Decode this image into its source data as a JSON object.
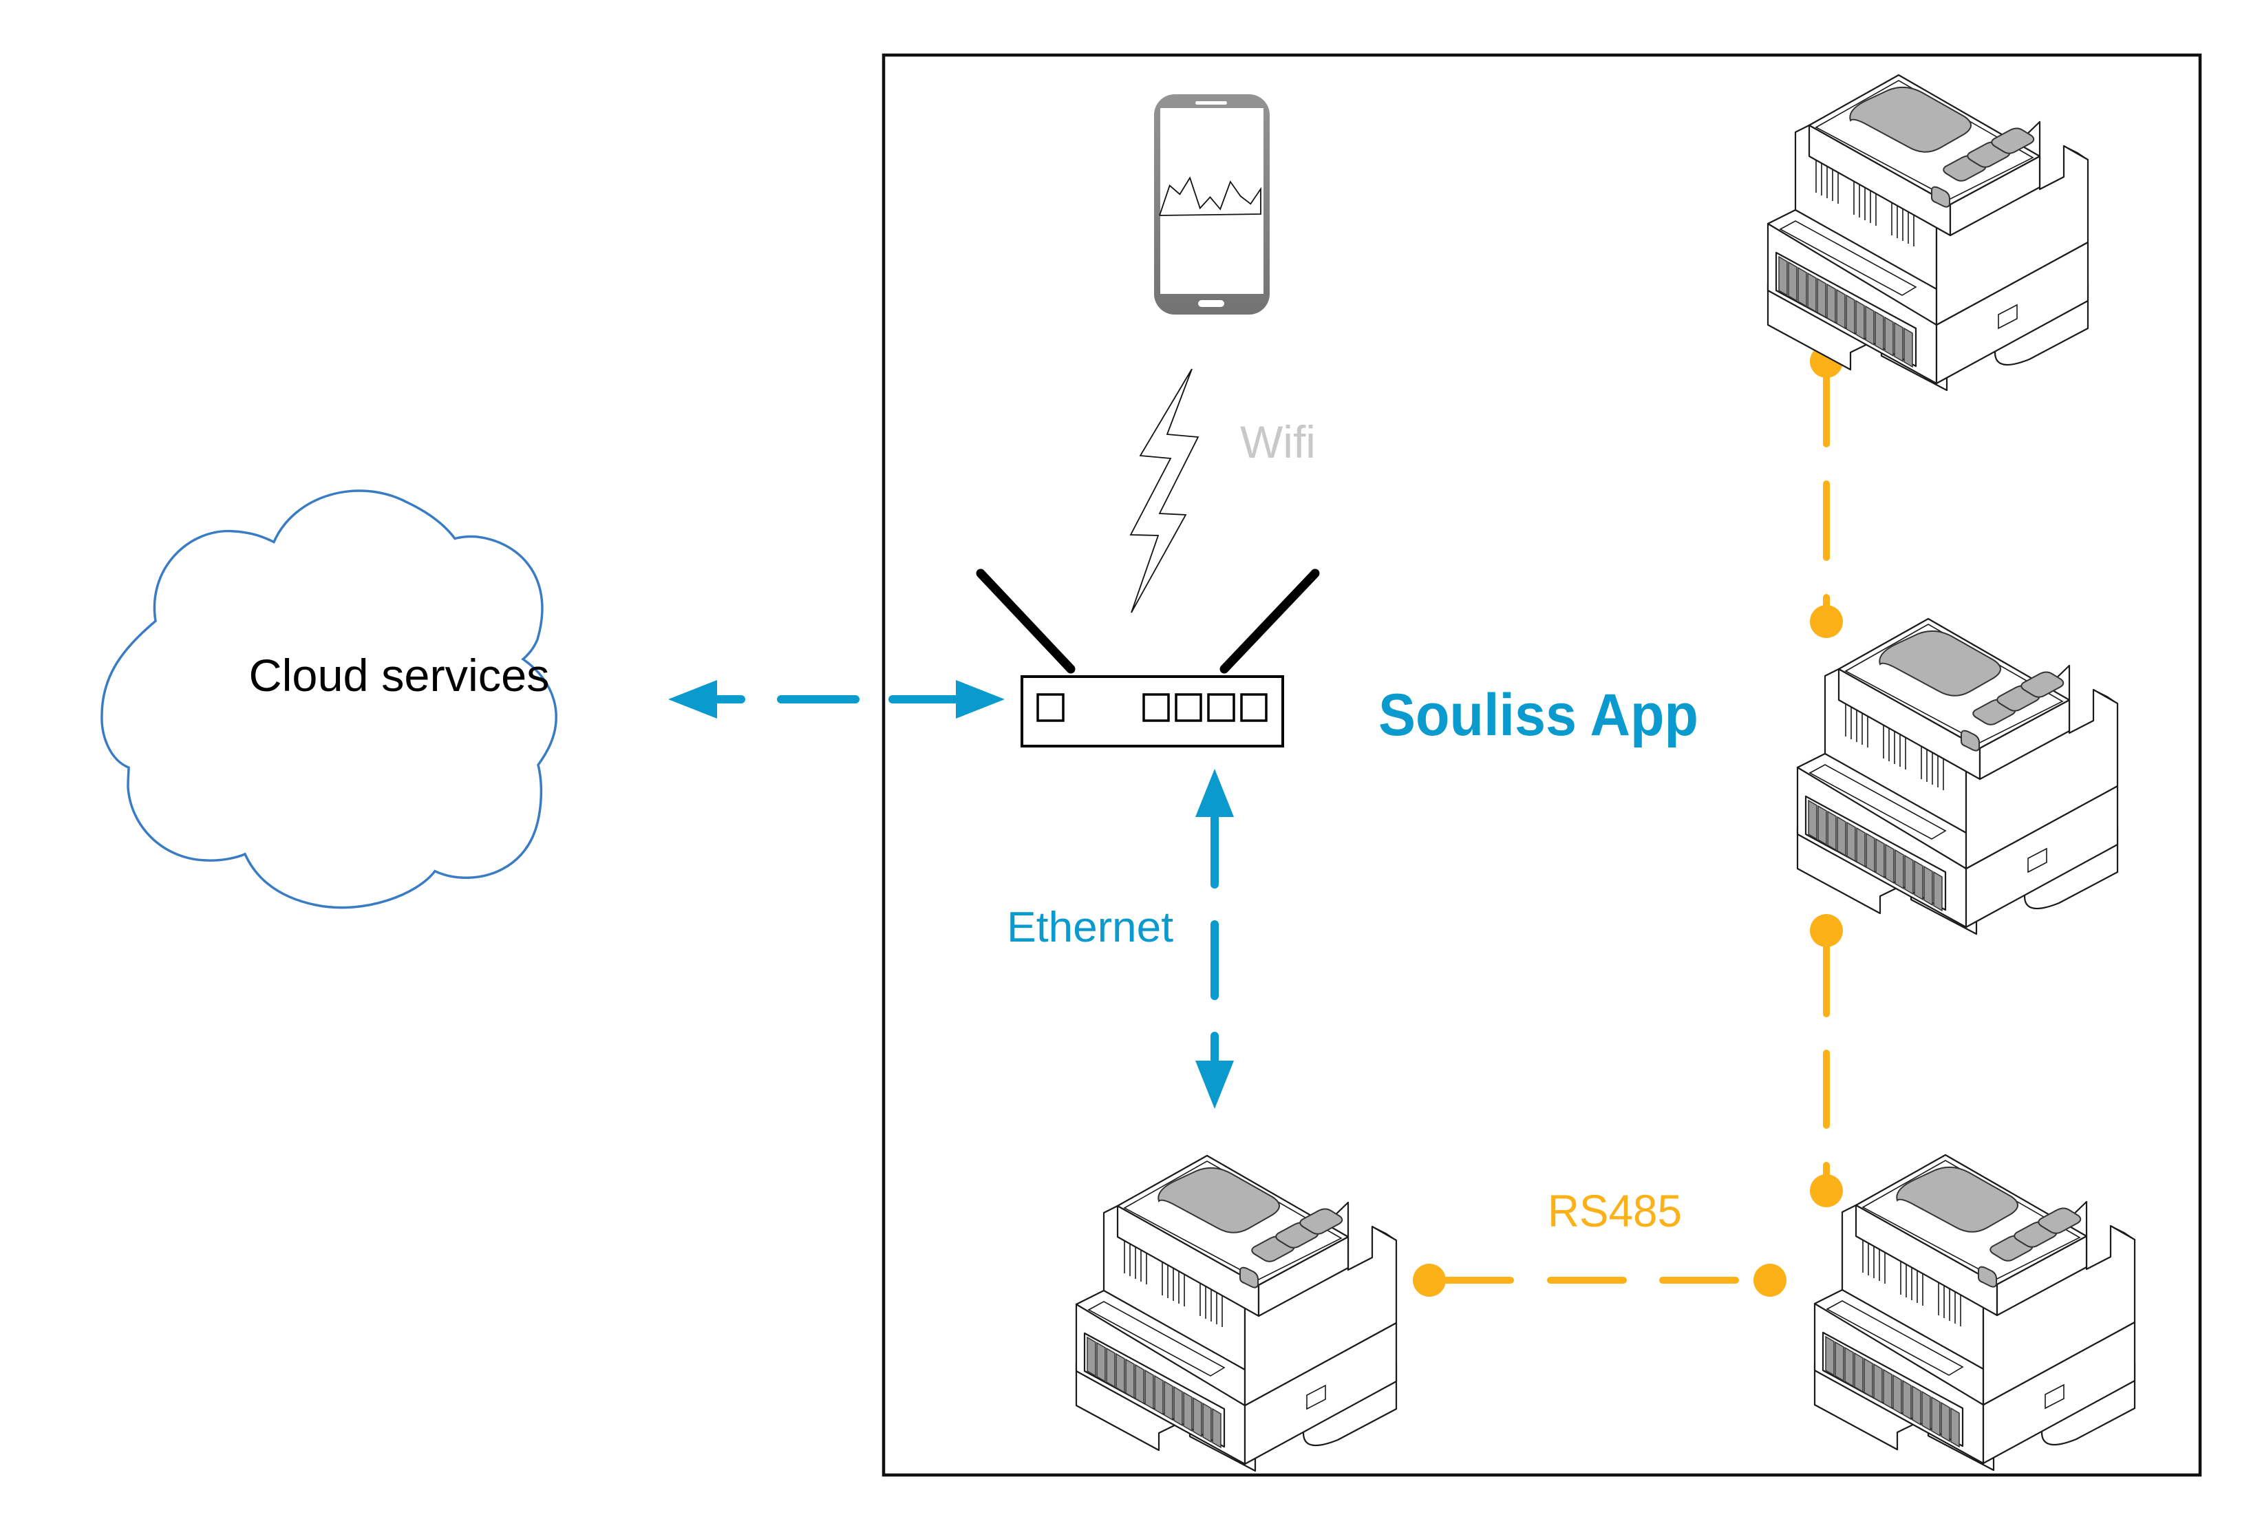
{
  "diagram": {
    "title": "Souliss App",
    "labels": {
      "cloud": "Cloud services",
      "wifi": "Wifi",
      "ethernet": "Ethernet",
      "rs485": "RS485"
    },
    "colors": {
      "ethernet_blue": "#0a9acd",
      "rs485_orange": "#fbb117",
      "cloud_outline": "#3a7cc4",
      "wifi_gray": "#c8c8c8",
      "phone_gray": "#7f7f7f",
      "frame": "#111111"
    },
    "nodes": [
      {
        "id": "cloud",
        "kind": "cloud",
        "label_ref": "cloud",
        "icon": "cloud-icon"
      },
      {
        "id": "smartphone",
        "kind": "phone",
        "icon": "smartphone-icon"
      },
      {
        "id": "router",
        "kind": "router",
        "icon": "router-icon",
        "ports": 5
      },
      {
        "id": "module-1",
        "kind": "din-rail-module",
        "icon": "din-module-icon"
      },
      {
        "id": "module-2",
        "kind": "din-rail-module",
        "icon": "din-module-icon"
      },
      {
        "id": "module-3",
        "kind": "din-rail-module",
        "icon": "din-module-icon"
      },
      {
        "id": "module-4",
        "kind": "din-rail-module",
        "icon": "din-module-icon"
      }
    ],
    "edges": [
      {
        "from": "router",
        "to": "cloud",
        "style": "dashed",
        "arrows": "both",
        "color_ref": "ethernet_blue"
      },
      {
        "from": "smartphone",
        "to": "router",
        "style": "lightning",
        "label_ref": "wifi"
      },
      {
        "from": "router",
        "to": "module-3",
        "style": "dashed",
        "arrows": "both",
        "label_ref": "ethernet",
        "color_ref": "ethernet_blue"
      },
      {
        "from": "module-3",
        "to": "module-4",
        "style": "dashed-dots",
        "label_ref": "rs485",
        "color_ref": "rs485_orange"
      },
      {
        "from": "module-4",
        "to": "module-2",
        "style": "dashed-dots",
        "color_ref": "rs485_orange"
      },
      {
        "from": "module-2",
        "to": "module-1",
        "style": "dashed-dots",
        "color_ref": "rs485_orange"
      }
    ],
    "phone_screen_sparkline": [
      0.0,
      0.62,
      0.44,
      0.78,
      0.15,
      0.38,
      0.13,
      0.7,
      0.4,
      0.24,
      0.55
    ]
  }
}
